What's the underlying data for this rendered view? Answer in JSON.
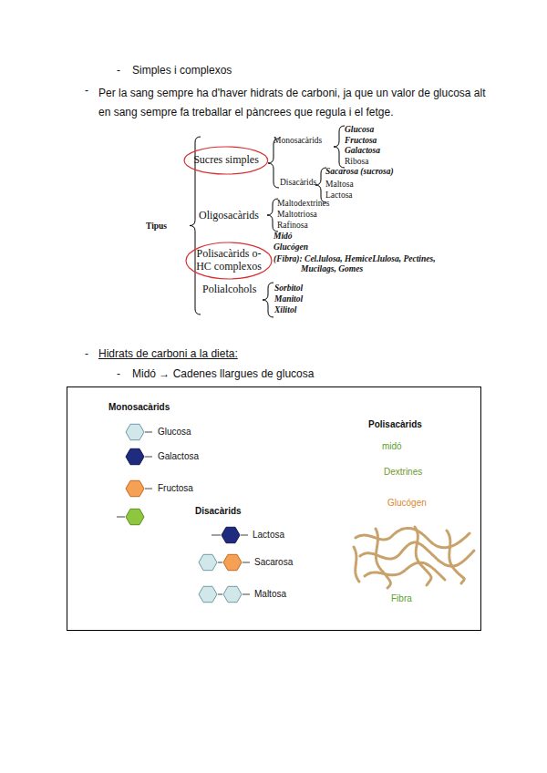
{
  "diagram": {
    "nodes": [
      {
        "text": [
          "Sucres simples"
        ]
      },
      {
        "text": [
          "Polisacàrids o- HC complexos"
        ]
      },
      {
        "text": [
          "Monosacàrids",
          "Glucosa",
          "Galactosa",
          "Fructosa",
          "Disacàrids",
          "Lactosa",
          "Sacarosa",
          "Maltosa",
          "Polisacàrids",
          "midó",
          "Dextrines",
          "Glucógen",
          "Fibra"
        ]
      }
    ],
    "labels": [
      "-",
      "Simples i complexos",
      "-",
      "Per la sang sempre ha d'haver hidrats de carboni, ja que un valor de glucosa alt en sang sempre fa treballar el pàncrees que regula i el fetge.",
      "Tipus",
      "Monosacàrids",
      "Glucosa",
      "Fructosa",
      "Galactosa",
      "Ribosa",
      "Disacàrids",
      "Sacarosa (sucrosa)",
      "Maltosa",
      "Lactosa",
      "Oligosacàrids",
      "Maltodextrines",
      "Maltotriosa",
      "Rafinosa",
      "Midó",
      "Glucógen",
      "(Fibra): Cel.lulosa, HemiceLlulosa, Pectines, Mucilags, Gomes",
      "Polialcohols",
      "Sorbitol",
      "Manitol",
      "Xilitol",
      "-",
      "Hidrats de carboni a la dieta:",
      "-",
      "Midó → Cadenes llargues de glucosa"
    ]
  }
}
